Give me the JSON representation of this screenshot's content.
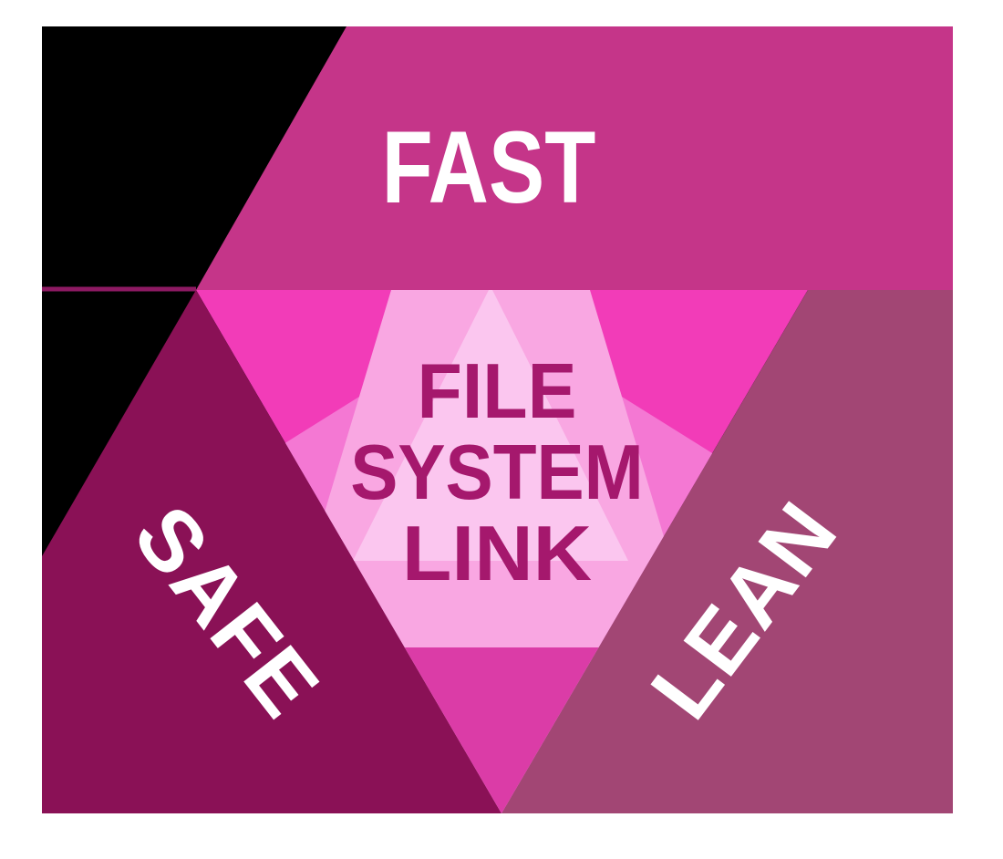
{
  "figure": {
    "type": "triangle-hexagon-logo",
    "description": "Geometric presentation-style logo: hexagon of triangles with three outer labels and a centered three-line title"
  },
  "panels": {
    "top_label": "FAST",
    "left_label": "SAFE",
    "right_label": "LEAN"
  },
  "center": {
    "line1": "FILE",
    "line2": "SYSTEM",
    "line3": "LINK"
  },
  "colors": {
    "page_bg": "#ffffff",
    "backdrop": "#000000",
    "top_panel": "#C53589",
    "divider_line": "#8E1A63",
    "safe_panel": "#8A1156",
    "lean_panel": "#A24674",
    "center_triangle": "#F23CB8",
    "overlay_medium": "#F478D3",
    "overlay_light": "#F9A7E2",
    "overlay_lightest": "#FBC6EF",
    "bottom_v": "#DB3CA7",
    "center_text": "#A5186D",
    "label_text": "#FFFFFF"
  }
}
